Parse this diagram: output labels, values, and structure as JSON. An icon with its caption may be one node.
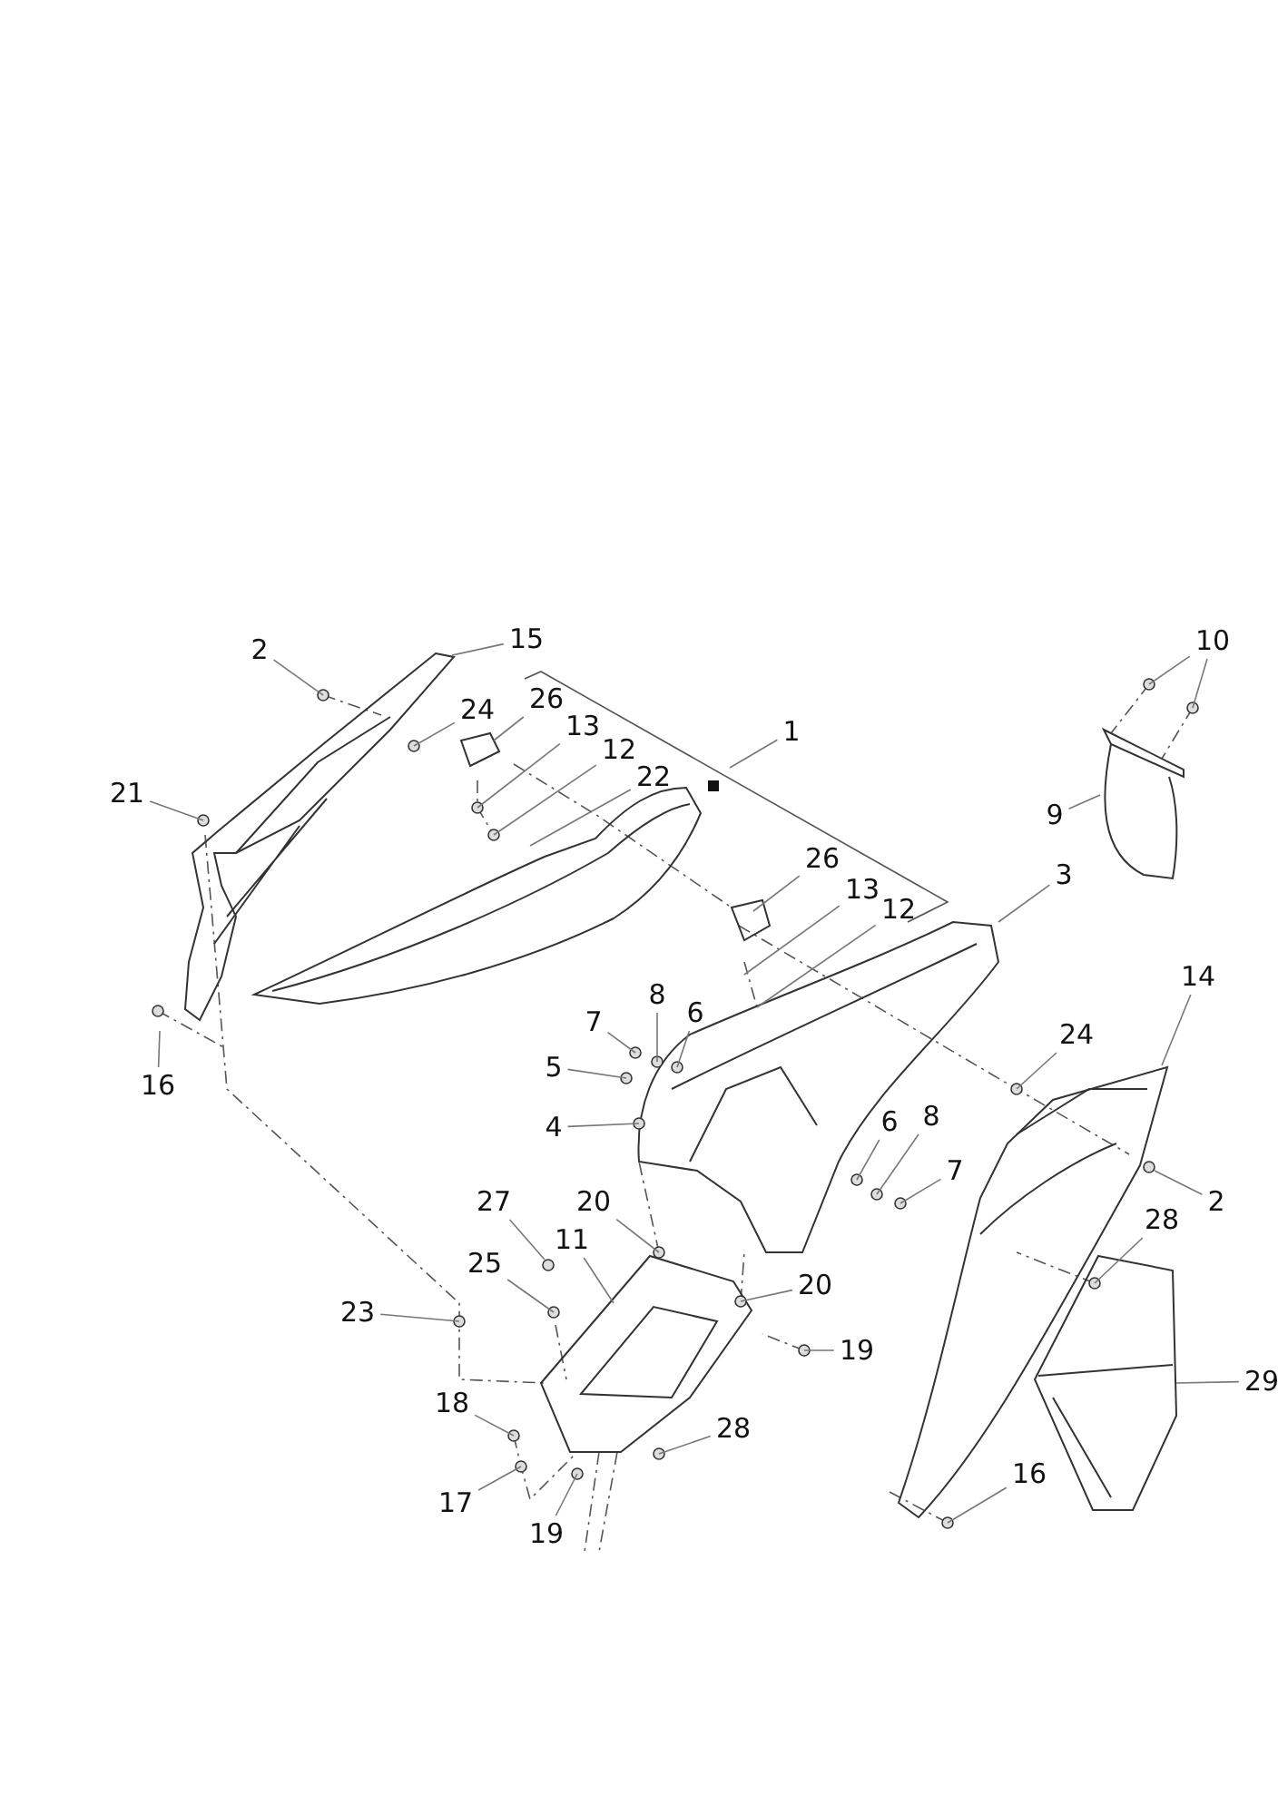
{
  "diagram": {
    "nodes": [
      {
        "text": [
          "2"
        ]
      },
      {
        "text": [
          "15"
        ]
      },
      {
        "text": [
          "10"
        ]
      },
      {
        "text": [
          "24"
        ]
      },
      {
        "text": [
          "26"
        ]
      },
      {
        "text": [
          "1"
        ]
      },
      {
        "text": [
          "13"
        ]
      },
      {
        "text": [
          "12"
        ]
      },
      {
        "text": [
          "22"
        ]
      },
      {
        "text": [
          "21"
        ]
      },
      {
        "text": [
          "9"
        ]
      },
      {
        "text": [
          "3"
        ]
      },
      {
        "text": [
          "26"
        ]
      },
      {
        "text": [
          "13"
        ]
      },
      {
        "text": [
          "12"
        ]
      },
      {
        "text": [
          "14"
        ]
      },
      {
        "text": [
          "8"
        ]
      },
      {
        "text": [
          "7"
        ]
      },
      {
        "text": [
          "6"
        ]
      },
      {
        "text": [
          "24"
        ]
      },
      {
        "text": [
          "16"
        ]
      },
      {
        "text": [
          "5"
        ]
      },
      {
        "text": [
          "4"
        ]
      },
      {
        "text": [
          "8"
        ]
      },
      {
        "text": [
          "6"
        ]
      },
      {
        "text": [
          "7"
        ]
      },
      {
        "text": [
          "2"
        ]
      },
      {
        "text": [
          "27"
        ]
      },
      {
        "text": [
          "20"
        ]
      },
      {
        "text": [
          "11"
        ]
      },
      {
        "text": [
          "28"
        ]
      },
      {
        "text": [
          "25"
        ]
      },
      {
        "text": [
          "20"
        ]
      },
      {
        "text": [
          "23"
        ]
      },
      {
        "text": [
          "19"
        ]
      },
      {
        "text": [
          "29"
        ]
      },
      {
        "text": [
          "18"
        ]
      },
      {
        "text": [
          "28"
        ]
      },
      {
        "text": [
          "16"
        ]
      },
      {
        "text": [
          "17"
        ]
      },
      {
        "text": [
          "19"
        ]
      },
      {
        "text": [],
        "shape": "picture"
      },
      {
        "text": [],
        "shape": "circle"
      },
      {
        "text": [],
        "shape": "circle"
      }
    ],
    "edges": [
      {
        "from": 0,
        "to": null,
        "arrow": "none"
      },
      {
        "from": 1,
        "to": null,
        "arrow": "none"
      },
      {
        "from": 2,
        "to": null,
        "arrow": "none"
      },
      {
        "from": 2,
        "to": null,
        "arrow": "none"
      },
      {
        "from": 3,
        "to": null,
        "arrow": "none"
      },
      {
        "from": 4,
        "to": 41,
        "arrow": "none"
      },
      {
        "from": 5,
        "to": null,
        "arrow": "none"
      },
      {
        "from": 6,
        "to": null,
        "arrow": "none"
      },
      {
        "from": 7,
        "to": null,
        "arrow": "none"
      },
      {
        "from": 8,
        "to": null,
        "arrow": "none"
      },
      {
        "from": 9,
        "to": null,
        "arrow": "none"
      },
      {
        "from": 10,
        "to": null,
        "arrow": "none"
      },
      {
        "from": 11,
        "to": null,
        "arrow": "none"
      },
      {
        "from": 12,
        "to": null,
        "arrow": "none"
      },
      {
        "from": 13,
        "to": null,
        "arrow": "none"
      },
      {
        "from": 14,
        "to": null,
        "arrow": "none"
      },
      {
        "from": 15,
        "to": null,
        "arrow": "none"
      },
      {
        "from": 16,
        "to": null,
        "arrow": "none"
      },
      {
        "from": 17,
        "to": null,
        "arrow": "none"
      },
      {
        "from": 18,
        "to": null,
        "arrow": "none"
      },
      {
        "from": 19,
        "to": null,
        "arrow": "none"
      },
      {
        "from": 20,
        "to": null,
        "arrow": "none"
      },
      {
        "from": 21,
        "to": null,
        "arrow": "none"
      },
      {
        "from": 22,
        "to": null,
        "arrow": "none"
      },
      {
        "from": 23,
        "to": null,
        "arrow": "none"
      },
      {
        "from": 24,
        "to": null,
        "arrow": "none"
      },
      {
        "from": 25,
        "to": null,
        "arrow": "none"
      },
      {
        "from": 26,
        "to": 42,
        "arrow": "none"
      },
      {
        "from": 27,
        "to": 43,
        "arrow": "none"
      },
      {
        "from": 28,
        "to": null,
        "arrow": "none"
      },
      {
        "from": 29,
        "to": null,
        "arrow": "none"
      },
      {
        "from": 30,
        "to": null,
        "arrow": "none"
      },
      {
        "from": 31,
        "to": null,
        "arrow": "none"
      },
      {
        "from": 32,
        "to": null,
        "arrow": "none"
      },
      {
        "from": 33,
        "to": null,
        "arrow": "none"
      },
      {
        "from": 34,
        "to": null,
        "arrow": "none"
      },
      {
        "from": 35,
        "to": null,
        "arrow": "none"
      },
      {
        "from": 36,
        "to": null,
        "arrow": "none"
      },
      {
        "from": 37,
        "to": null,
        "arrow": "none"
      },
      {
        "from": 38,
        "to": null,
        "arrow": "none"
      },
      {
        "from": 39,
        "to": null,
        "arrow": "none"
      },
      {
        "from": 40,
        "to": null,
        "arrow": "none"
      }
    ]
  }
}
